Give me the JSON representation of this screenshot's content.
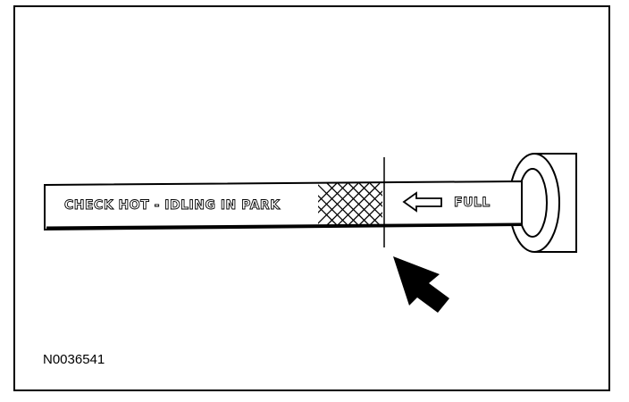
{
  "diagram": {
    "dipstick_text_check": "CHECK HOT - IDLING IN PARK",
    "dipstick_text_full": "FULL",
    "figure_id": "N0036541"
  }
}
